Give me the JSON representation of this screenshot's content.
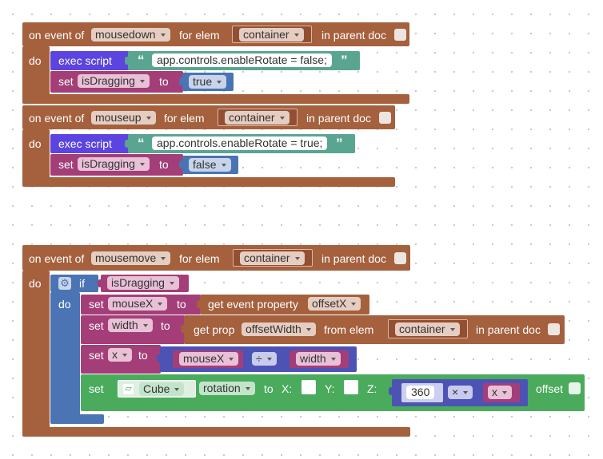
{
  "labels": {
    "on_event_of": "on event of",
    "for_elem": "for elem",
    "in_parent_doc": "in parent doc",
    "do": "do",
    "exec_script": "exec script",
    "set": "set",
    "to": "to",
    "if": "if",
    "get_event_property": "get event property",
    "get_prop": "get prop",
    "from_elem": "from elem",
    "x_axis": "X:",
    "y_axis": "Y:",
    "z_axis": "Z:",
    "offset": "offset",
    "open_quote": "“",
    "close_quote": "”"
  },
  "block1": {
    "event": "mousedown",
    "elem": "container",
    "script": "app.controls.enableRotate = false;",
    "var": "isDragging",
    "value": "true"
  },
  "block2": {
    "event": "mouseup",
    "elem": "container",
    "script": "app.controls.enableRotate = true;",
    "var": "isDragging",
    "value": "false"
  },
  "block3": {
    "event": "mousemove",
    "elem": "container",
    "if_var": "isDragging",
    "set1_var": "mouseX",
    "set1_prop": "offsetX",
    "set2_var": "width",
    "set2_prop": "offsetWidth",
    "set2_elem": "container",
    "set3_var": "x",
    "set3_left": "mouseX",
    "set3_op": "÷",
    "set3_right": "width",
    "set4_obj": "Cube",
    "set4_prop": "rotation",
    "z_num": "360",
    "z_op": "×",
    "z_var": "x"
  },
  "colors": {
    "event": "#a5603d",
    "control": "#4a74b3",
    "variable": "#a43e78",
    "script": "#5b44e0",
    "string": "#5aa591",
    "set_object": "#4aab5c",
    "math": "#4d53b5"
  }
}
